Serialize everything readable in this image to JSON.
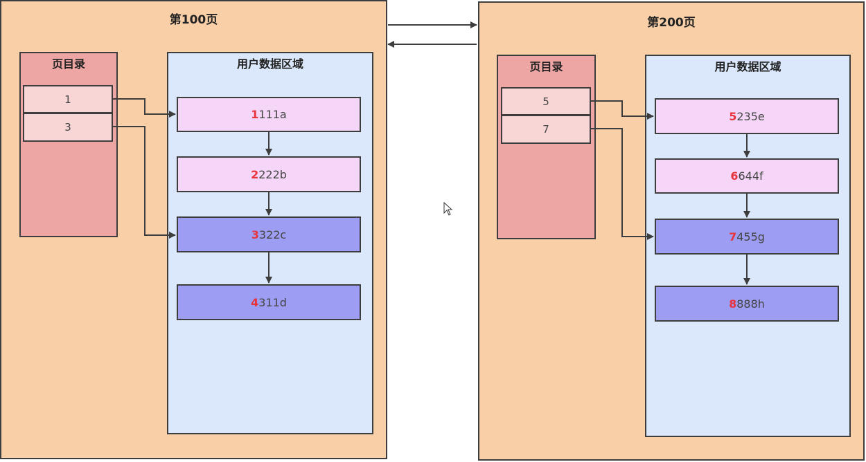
{
  "pages": [
    {
      "title": "第100页",
      "directory": {
        "title": "页目录",
        "slots": [
          "1",
          "3"
        ]
      },
      "user_area": {
        "title": "用户数据区域",
        "records": [
          {
            "key": "1",
            "rest": "111a",
            "style": "light"
          },
          {
            "key": "2",
            "rest": "222b",
            "style": "light"
          },
          {
            "key": "3",
            "rest": "322c",
            "style": "dark"
          },
          {
            "key": "4",
            "rest": "311d",
            "style": "dark"
          }
        ]
      }
    },
    {
      "title": "第200页",
      "directory": {
        "title": "页目录",
        "slots": [
          "5",
          "7"
        ]
      },
      "user_area": {
        "title": "用户数据区域",
        "records": [
          {
            "key": "5",
            "rest": "235e",
            "style": "light"
          },
          {
            "key": "6",
            "rest": "644f",
            "style": "light"
          },
          {
            "key": "7",
            "rest": "455g",
            "style": "dark"
          },
          {
            "key": "8",
            "rest": "888h",
            "style": "dark"
          }
        ]
      }
    }
  ],
  "colors": {
    "page_fill": "#f8cfa6",
    "directory_fill": "#eea6a4",
    "slot_fill": "#f7d6d5",
    "user_area_fill": "#dbe8fb",
    "record_light_fill": "#f6d6f8",
    "record_dark_fill": "#9d9df3",
    "key_digit": "#e8343b",
    "line": "#3d3d3d"
  }
}
